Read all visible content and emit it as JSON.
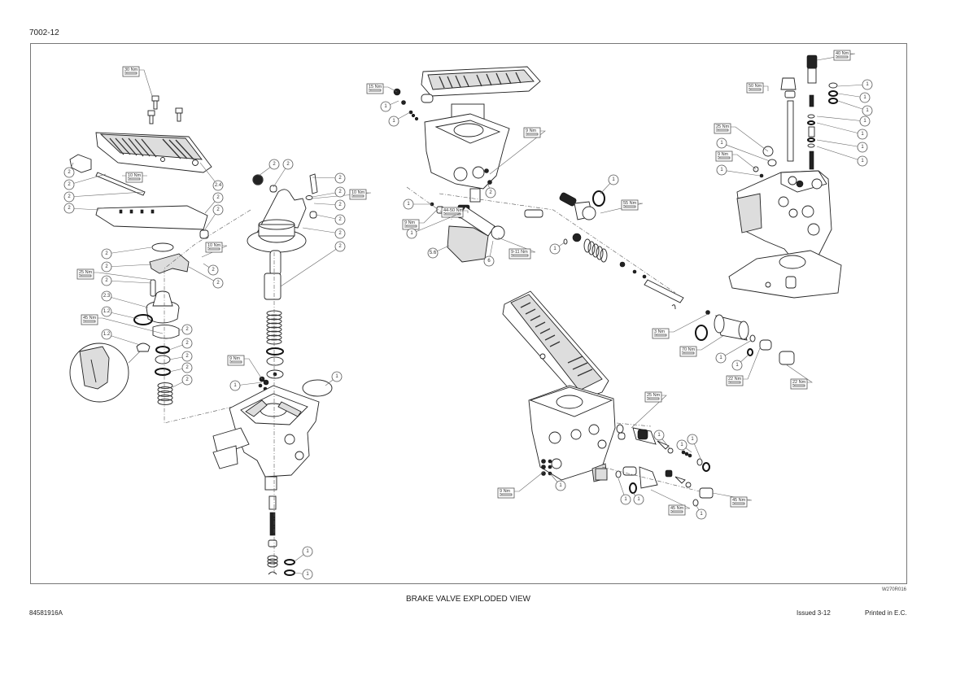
{
  "header": {
    "page_number": "7002-12"
  },
  "figure": {
    "reference_code": "W270R016",
    "caption": "BRAKE VALVE EXPLODED VIEW"
  },
  "footer": {
    "part_number": "84581916A",
    "issued": "Issued 3-12",
    "printed": "Printed in E.C."
  },
  "torque_labels": [
    {
      "id": "t1",
      "text": "30 Nm"
    },
    {
      "id": "t2",
      "text": "10 Nm"
    },
    {
      "id": "t3",
      "text": "10 Nm"
    },
    {
      "id": "t4",
      "text": "10 Nm"
    },
    {
      "id": "t5",
      "text": "25 Nm"
    },
    {
      "id": "t6",
      "text": "45 Nm"
    },
    {
      "id": "t7",
      "text": "9 Nm"
    },
    {
      "id": "t8",
      "text": "15 Nm"
    },
    {
      "id": "t9",
      "text": "9 Nm"
    },
    {
      "id": "t10",
      "text": "9 Nm"
    },
    {
      "id": "t11",
      "text": "44-50 Nm"
    },
    {
      "id": "t12",
      "text": "9-11 Nm"
    },
    {
      "id": "t13",
      "text": "55 Nm"
    },
    {
      "id": "t14",
      "text": "40 Nm"
    },
    {
      "id": "t15",
      "text": "50 Nm"
    },
    {
      "id": "t16",
      "text": "25 Nm"
    },
    {
      "id": "t17",
      "text": "9 Nm"
    },
    {
      "id": "t18",
      "text": "3 Nm"
    },
    {
      "id": "t19",
      "text": "70 Nm"
    },
    {
      "id": "t20",
      "text": "22 Nm"
    },
    {
      "id": "t21",
      "text": "22 Nm"
    },
    {
      "id": "t22",
      "text": "25 Nm"
    },
    {
      "id": "t23",
      "text": "9 Nm"
    },
    {
      "id": "t24",
      "text": "45 Nm"
    },
    {
      "id": "t25",
      "text": "45 Nm"
    }
  ],
  "callouts": [
    "2",
    "2",
    "2",
    "2",
    "2.4",
    "2",
    "2",
    "2",
    "2",
    "2",
    "2",
    "2",
    "2.3",
    "1.2",
    "2",
    "1.2",
    "2",
    "2",
    "2",
    "2",
    "2",
    "2",
    "2",
    "2",
    "2",
    "2",
    "2",
    "2",
    "1",
    "1",
    "1",
    "1",
    "1",
    "1",
    "2",
    "1",
    "1",
    "5.6",
    "6",
    "1",
    "1",
    "1",
    "1",
    "1",
    "1",
    "1",
    "1",
    "1",
    "1",
    "1",
    "1",
    "1",
    "1",
    "1",
    "1",
    "1",
    "1",
    "1",
    "1"
  ]
}
